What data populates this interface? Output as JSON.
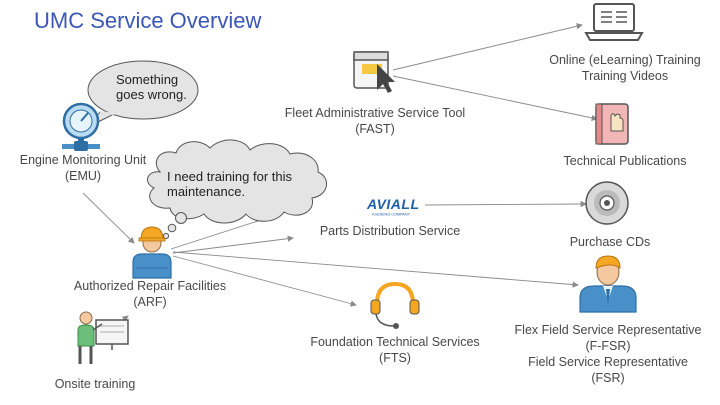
{
  "title": "UMC Service Overview",
  "bubbles": {
    "something_wrong": [
      "Something",
      "goes wrong."
    ],
    "need_training": [
      "I need training for this",
      "maintenance."
    ]
  },
  "nodes": {
    "emu": [
      "Engine Monitoring Unit",
      "(EMU)"
    ],
    "fast": [
      "Fleet Administrative Service Tool",
      "(FAST)"
    ],
    "elearning": [
      "Online (eLearning) Training",
      "Training Videos"
    ],
    "publications": [
      "Technical Publications"
    ],
    "parts": [
      "Parts Distribution Service"
    ],
    "cds": [
      "Purchase CDs"
    ],
    "arf": [
      "Authorized Repair Facilities",
      "(ARF)"
    ],
    "fts": [
      "Foundation Technical Services",
      "(FTS)"
    ],
    "fsr": [
      "Flex Field Service Representative",
      "(F-FSR)",
      "Field Service Representative",
      "(FSR)"
    ],
    "onsite": [
      "Onsite training"
    ]
  },
  "logo": {
    "brand": "AVIALL",
    "tagline": "A BOEING COMPANY"
  },
  "colors": {
    "title": "#3a57b5",
    "line": "#8a8a8a",
    "icon_blue": "#4a90c8",
    "icon_orange": "#f5a623",
    "bubble_fill": "#e4e4e4"
  }
}
